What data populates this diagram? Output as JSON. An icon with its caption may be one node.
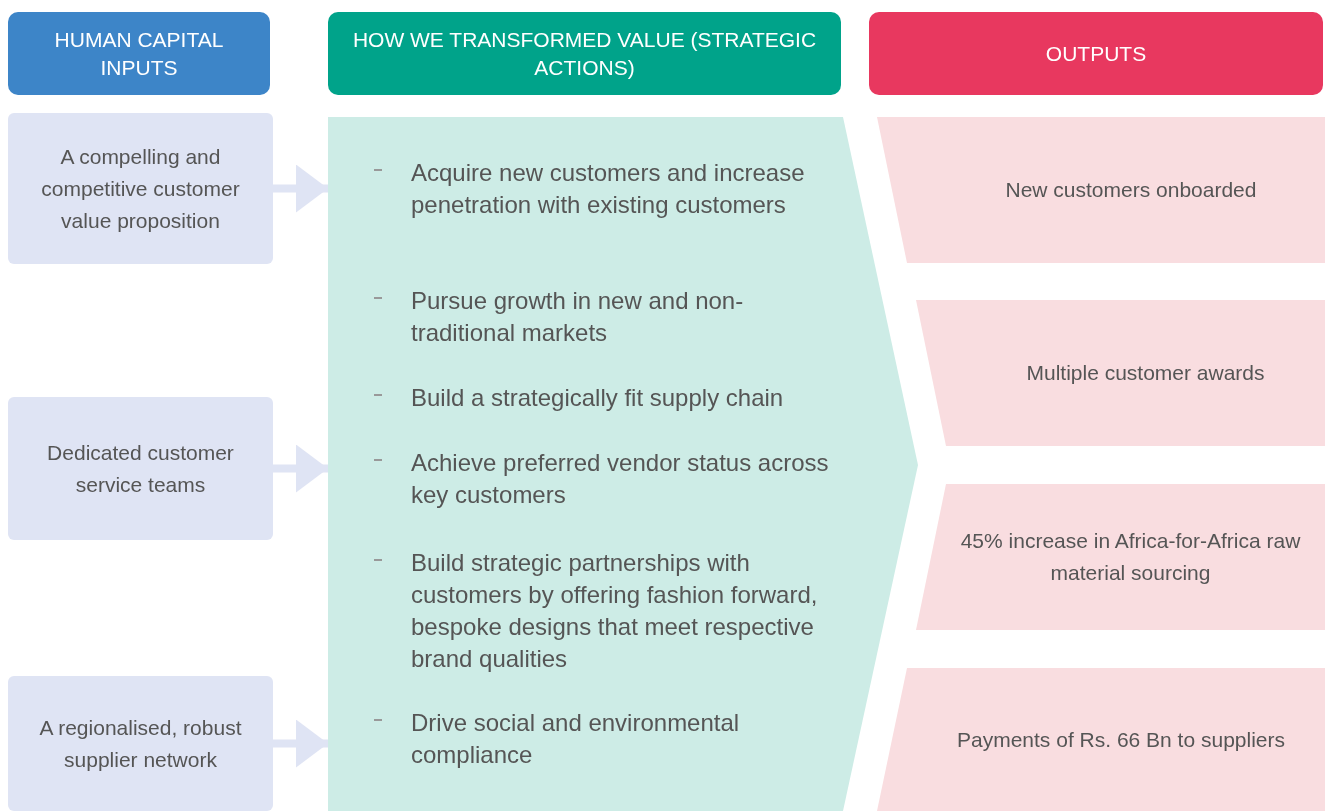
{
  "diagram": {
    "nodes": [
      {
        "text": [
          "HUMAN CAPITAL INPUTS"
        ]
      },
      {
        "text": [
          "HOW WE TRANSFORMED VALUE (STRATEGIC ACTIONS)"
        ]
      },
      {
        "text": [
          "OUTPUTS"
        ]
      },
      {
        "text": [
          "A compelling and competitive customer value proposition"
        ]
      },
      {
        "text": [
          "Dedicated customer service teams"
        ]
      },
      {
        "text": [
          "A regionalised, robust supplier network"
        ]
      },
      {
        "text": [
          "Acquire new customers and increase penetration with existing customers",
          "Pursue growth in new and non-traditional markets",
          "Build a strategically fit supply chain",
          "Achieve preferred vendor status across key customers",
          "Build strategic partnerships with customers by offering fashion forward, bespoke designs that meet respective brand qualities",
          "Drive social and environmental compliance"
        ]
      },
      {
        "text": [
          "New customers onboarded"
        ]
      },
      {
        "text": [
          "Multiple customer awards"
        ]
      },
      {
        "text": [
          "45% increase in Africa-for-Africa raw material sourcing"
        ]
      },
      {
        "text": [
          "Payments of Rs. 66 Bn to suppliers"
        ]
      }
    ],
    "edges": [
      {
        "from": 3,
        "to": 6,
        "arrow": "to"
      },
      {
        "from": 4,
        "to": 6,
        "arrow": "to"
      },
      {
        "from": 5,
        "to": 6,
        "arrow": "to"
      }
    ]
  }
}
